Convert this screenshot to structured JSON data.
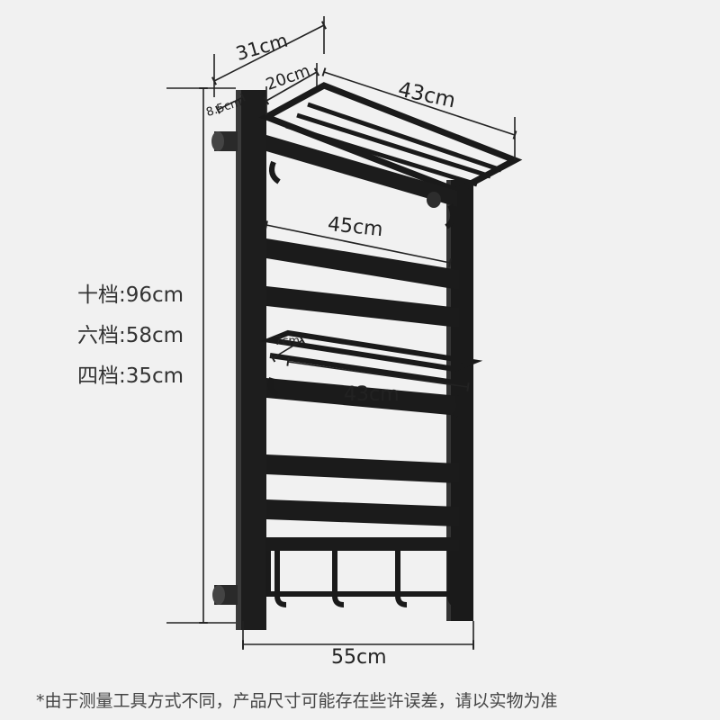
{
  "dimensions": {
    "depth_total": "31cm",
    "depth_shelf": "20cm",
    "wall_gap": "8.5cm",
    "shelf_width": "43cm",
    "rung_width": "45cm",
    "hanging_rail_depth": "7cm",
    "hanging_rail_width": "43cm",
    "base_width": "55cm"
  },
  "heights": [
    "十档:96cm",
    "六档:58cm",
    "四档:35cm"
  ],
  "footnote": "*由于测量工具方式不同，产品尺寸可能存在些许误差，请以实物为准",
  "colors": {
    "background": "#f1f1f1",
    "rack": "#1c1c1c",
    "dimension_line": "#222222"
  }
}
